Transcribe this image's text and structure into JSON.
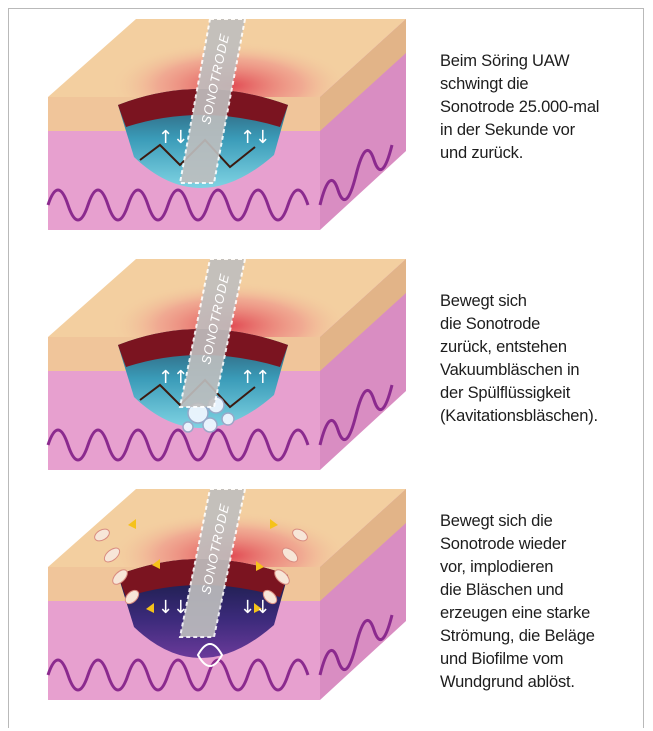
{
  "diagram": {
    "probe_label": "SONOTRODE",
    "panels": [
      {
        "caption_lines": [
          "Beim Söring UAW",
          "schwingt die",
          "Sonotrode 25.000-mal",
          "in der Sekunde vor",
          "und zurück."
        ],
        "arrow_glyphs": [
          "↑↓",
          "↑↓"
        ],
        "cavity_color": "#3a9bb8"
      },
      {
        "caption_lines": [
          "Bewegt sich",
          "die Sonotrode",
          "zurück, entstehen",
          "Vakuumbläschen in",
          "der Spülflüssigkeit",
          "(Kavitationsbläschen)."
        ],
        "arrow_glyphs": [
          "↑↑",
          "↑↑"
        ],
        "cavity_color": "#3a9bb8"
      },
      {
        "caption_lines": [
          "Bewegt sich die",
          "Sonotrode wieder",
          "vor, implodieren",
          "die Bläschen und",
          "erzeugen eine starke",
          "Strömung, die Beläge",
          "und Biofilme vom",
          "Wundgrund ablöst."
        ],
        "arrow_glyphs": [
          "↓↓",
          "↓↓"
        ],
        "cavity_color": "#3b2a7a"
      }
    ],
    "colors": {
      "skin_top": "#f3cfa0",
      "skin_side": "#e7b98b",
      "dermis": "#e7a0cf",
      "dermis_line": "#8b2a8e",
      "wound_red": "#e0434e",
      "probe": "#bfbfbf"
    }
  }
}
